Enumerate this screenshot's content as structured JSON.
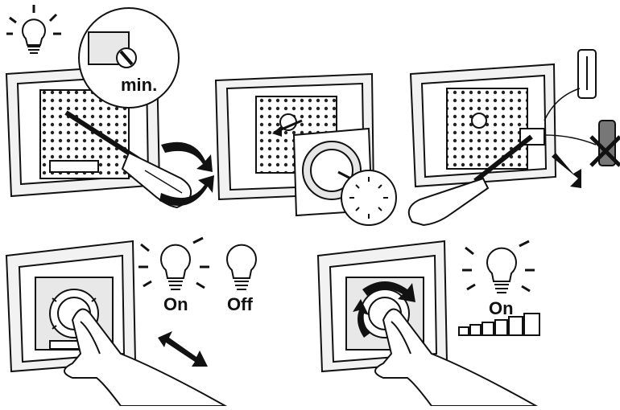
{
  "labels": {
    "min": "min.",
    "on": "On",
    "off": "Off",
    "on_bright": "On"
  },
  "icons": {
    "bulb_lit": "light-bulb-on-icon",
    "bulb_unlit": "light-bulb-off-icon",
    "fuse": "fuse-icon",
    "fuse_crossed": "blown-fuse-crossed-icon",
    "rotate": "rotate-arrows-icon",
    "push": "push-arrow-icon",
    "brightness": "brightness-steps-icon"
  },
  "colors": {
    "line": "#111111",
    "frame_gray": "#d8d8d8",
    "fill_white": "#ffffff"
  }
}
